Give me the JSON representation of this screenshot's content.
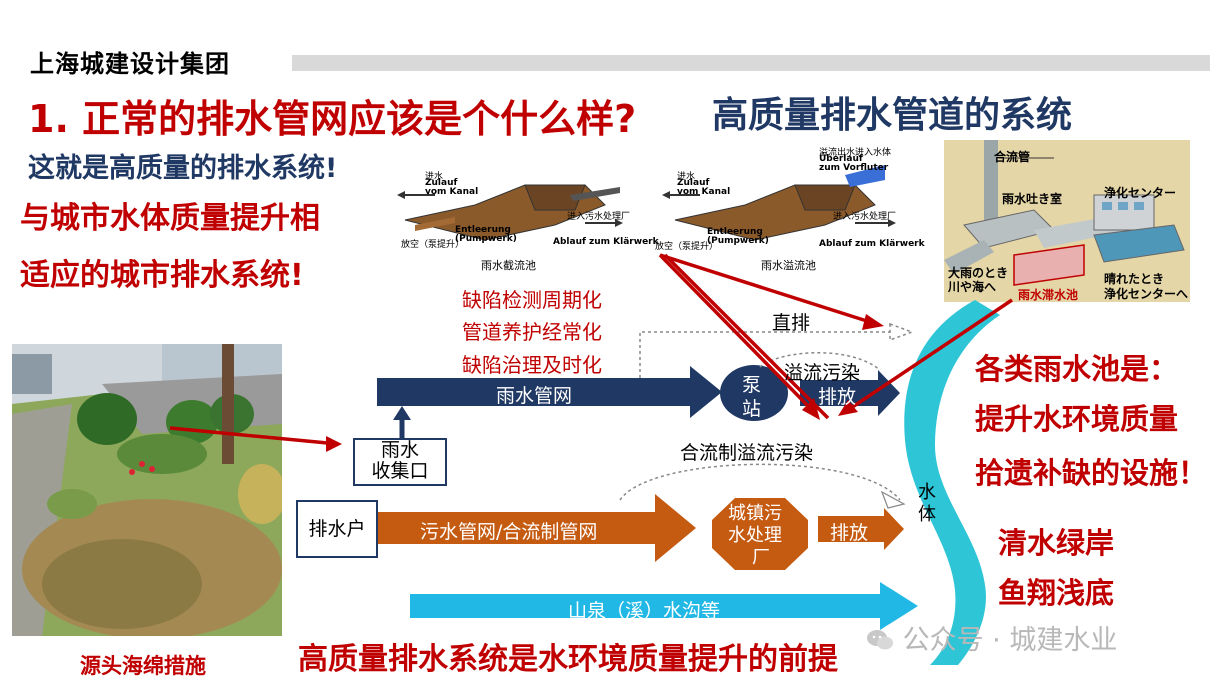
{
  "header": {
    "company": "上海城建设计集团",
    "main_title": "1. 正常的排水管网应该是个什么样?",
    "sub_title": "高质量排水管道的系统"
  },
  "left_text": {
    "intro": "这就是高质量的排水系统!",
    "line1": "与城市水体质量提升相",
    "line2": "适应的城市排水系统!"
  },
  "defects": [
    "缺陷检测周期化",
    "管道养护经常化",
    "缺陷治理及时化"
  ],
  "tanks": {
    "left_caption": "雨水截流池",
    "right_caption": "雨水溢流池",
    "left_labels": {
      "jinshui": "进水",
      "zulauf": "Zulauf",
      "vom_kanal": "vom Kanal",
      "entleerung": "Entleerung",
      "pumpwerk": "(Pumpwerk)",
      "fangkong": "放空（泵提升）",
      "jinru": "进入污水处理厂",
      "ablauf": "Ablauf zum Klärwerk"
    },
    "right_labels": {
      "jinshui": "进水",
      "zulauf": "Zulauf",
      "vom_kanal": "vom Kanal",
      "yiliu": "溢流出水进入水体",
      "uberlauf": "Überlauf",
      "zum_vorfluter": "zum Vorfluter",
      "entleerung": "Entleerung",
      "pumpwerk": "(Pumpwerk)",
      "fangkong": "放空（泵提升）",
      "jinru": "进入污水处理厂",
      "ablauf": "Ablauf zum Klärwerk"
    }
  },
  "japan_diagram": {
    "heliuguan": "合流管",
    "yushui_tuki": "雨水吐き室",
    "jouka": "浄化センター",
    "ooame1": "大雨のとき",
    "ooame2": "川や海へ",
    "teitai": "雨水滞水池",
    "hare1": "晴れたとき",
    "hare2": "浄化センターへ"
  },
  "flow": {
    "zhipai": "直排",
    "yiliu": "溢流污染",
    "storm_pipe": "雨水管网",
    "pump1": "泵",
    "pump2": "站",
    "discharge1": "排放",
    "inlet1": "雨水",
    "inlet2": "收集口",
    "combined_overflow": "合流制溢流污染",
    "household": "排水户",
    "sewer_pipe": "污水管网/合流制管网",
    "wwtp1": "城镇污",
    "wwtp2": "水处理",
    "wwtp3": "厂",
    "discharge2": "排放",
    "spring": "山泉（溪）水沟等",
    "water1": "水",
    "water2": "体"
  },
  "right_text": {
    "r1": "各类雨水池是：",
    "r2": "提升水环境质量",
    "r3": "拾遗补缺的设施！",
    "g1": "清水绿岸",
    "g2": "鱼翔浅底"
  },
  "bottom_text": "高质量排水系统是水环境质量提升的前提",
  "source_label": "源头海绵措施",
  "watermark": "公众号 · 城建水业",
  "colors": {
    "red": "#c00000",
    "navy": "#1f3864",
    "orange": "#c55a11",
    "cyan": "#22b8e6",
    "river": "#2ec5d6"
  }
}
